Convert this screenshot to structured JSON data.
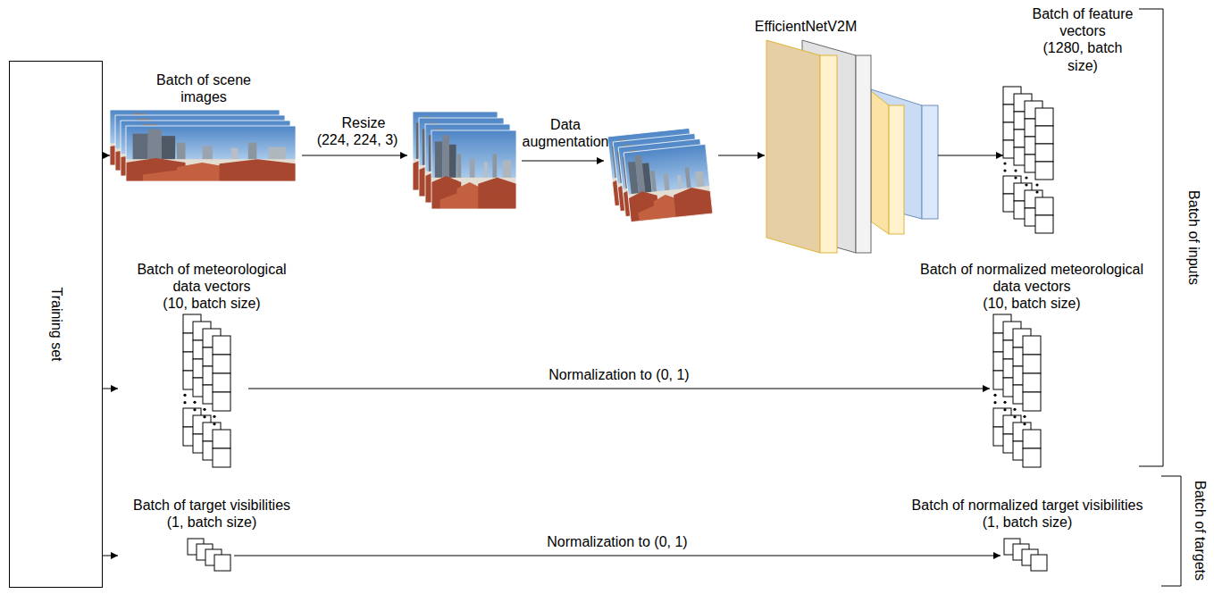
{
  "diagram": {
    "nodes": [
      {
        "text": [
          "Training set"
        ]
      },
      {
        "text": [
          "Batch of scene images"
        ]
      },
      {
        "text": [
          "EfficientNetV2M"
        ]
      },
      {
        "text": [
          "Batch of feature vectors",
          "(1280, batch size)"
        ]
      },
      {
        "text": [
          "Batch of meteorological data vectors",
          "(10, batch size)"
        ]
      },
      {
        "text": [
          "Batch of normalized meteorological data vectors",
          "(10, batch size)"
        ]
      },
      {
        "text": [
          "Batch of target visibilities",
          "(1, batch size)"
        ]
      },
      {
        "text": [
          "Batch of normalized target visibilities",
          "(1, batch size)"
        ]
      }
    ],
    "edges": [
      {
        "from": 0,
        "to": 1,
        "arrow": "to"
      },
      {
        "from": 0,
        "to": 4,
        "arrow": "to"
      },
      {
        "from": 0,
        "to": 6,
        "arrow": "to"
      },
      {
        "from": 2,
        "to": 3,
        "arrow": "to"
      },
      {
        "from": 4,
        "to": 5,
        "label": "Normalization to (0, 1)",
        "arrow": "to"
      },
      {
        "from": 6,
        "to": 7,
        "label": "Normalization to (0, 1)",
        "arrow": "to"
      }
    ],
    "labels": [
      "Resize (224, 224, 3)",
      "Data augmentation",
      "Batch of inputs",
      "Batch of targets"
    ]
  }
}
